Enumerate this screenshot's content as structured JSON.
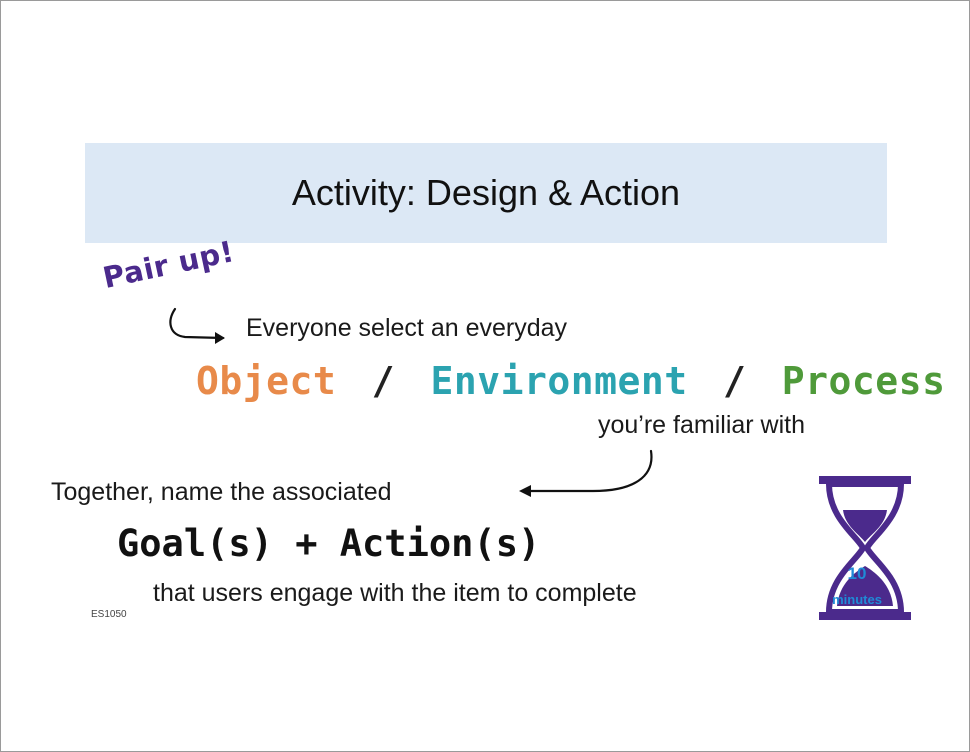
{
  "slide": {
    "title": "Activity: Design & Action",
    "pair_up": "Pair up!",
    "line1": "Everyone select an everyday",
    "object_word": "Object",
    "environment_word": "Environment",
    "process_word": "Process",
    "separator": "/",
    "line2": "you’re familiar with",
    "line3": "Together, name the associated",
    "goal_action": "Goal(s) + Action(s)",
    "line4": "that users engage with the item to complete",
    "footer_code": "ES1050"
  },
  "timer": {
    "number": "10",
    "unit": "minutes",
    "icon": "hourglass-icon"
  },
  "colors": {
    "title_band": "#dce8f5",
    "pair_up": "#4b2a8c",
    "object": "#e88a4a",
    "environment": "#2ba3b0",
    "process": "#4f9a3a",
    "hourglass": "#4b2a8c",
    "timer_text": "#1f8ad6"
  }
}
